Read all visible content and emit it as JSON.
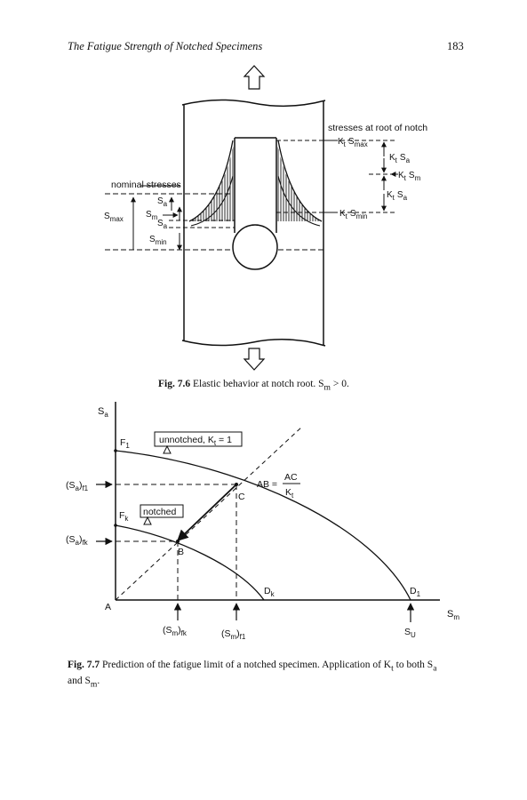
{
  "header": {
    "running_title": "The Fatigue Strength of Notched Specimens",
    "page_number": "183"
  },
  "figure_7_6": {
    "label_root": "stresses at root of notch",
    "label_nominal": "nominal stresses",
    "kt_smax": "K",
    "kt_smax_sub": "t",
    "kt_smax_s": "S",
    "kt_smax_s_sub": "max",
    "kt_sa": "K",
    "kt_sa_sub": "t",
    "kt_sa_s": "S",
    "kt_sa_s_sub": "a",
    "kt_sm": "K",
    "kt_sm_sub": "t",
    "kt_sm_s": "S",
    "kt_sm_s_sub": "m",
    "kt_sa2": "K",
    "kt_sa2_sub": "t",
    "kt_sa2_s": "S",
    "kt_sa2_s_sub": "a",
    "kt_smin": "K",
    "kt_smin_sub": "t",
    "kt_smin_s": "S",
    "kt_smin_s_sub": "min",
    "sa": "S",
    "sa_sub": "a",
    "sm": "S",
    "sm_sub": "m",
    "sa2": "S",
    "sa2_sub": "a",
    "smax": "S",
    "smax_sub": "max",
    "smin": "S",
    "smin_sub": "min",
    "caption_label": "Fig. 7.6",
    "caption_text": "Elastic behavior at notch root. S",
    "caption_sub": "m",
    "caption_tail": " > 0."
  },
  "figure_7_7": {
    "y_axis": "S",
    "y_axis_sub": "a",
    "x_axis": "S",
    "x_axis_sub": "m",
    "F1": "F",
    "F1_sub": "1",
    "Fk": "F",
    "Fk_sub": "k",
    "D1": "D",
    "D1_sub": "1",
    "Dk": "D",
    "Dk_sub": "k",
    "A": "A",
    "B": "B",
    "C": "C",
    "unnotched": "unnotched, K",
    "unnotched_sub": "t",
    "unnotched_tail": " = 1",
    "notched": "notched",
    "ab_eq": "AB =",
    "ac": "AC",
    "kt": "K",
    "kt_sub": "t",
    "saf1": "(S",
    "saf1_sub": "a",
    "saf1_close": ")",
    "saf1_sub2": "f1",
    "safk": "(S",
    "safk_sub": "a",
    "safk_close": ")",
    "safk_sub2": "fk",
    "smfk": "(S",
    "smfk_sub": "m",
    "smfk_close": ")",
    "smfk_sub2": "fk",
    "smf1": "(S",
    "smf1_sub": "m",
    "smf1_close": ")",
    "smf1_sub2": "f1",
    "su": "S",
    "su_sub": "U",
    "caption_label": "Fig. 7.7",
    "caption_text": "Prediction of the fatigue limit of a notched specimen. Application of K",
    "caption_sub": "t",
    "caption_mid": " to both S",
    "caption_sub2": "a",
    "caption_line2": "and S",
    "caption_sub3": "m",
    "caption_end": "."
  }
}
